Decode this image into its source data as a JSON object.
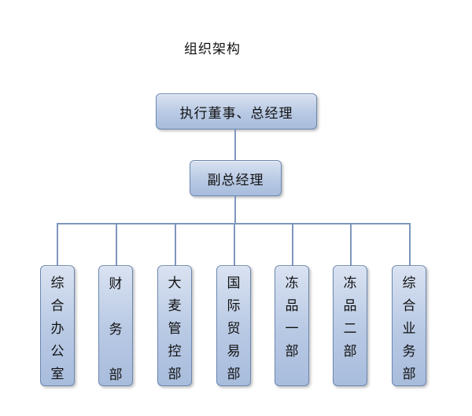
{
  "title": "组织架构",
  "nodes": {
    "ceo": "执行董事、总经理",
    "vp": "副总经理",
    "departments": [
      "综合办公室",
      "财务部",
      "大麦管控部",
      "国际贸易部",
      "冻品一部",
      "冻品二部",
      "综合业务部"
    ]
  },
  "colors": {
    "box_fill": "#b8c9e4",
    "box_border": "#6c87b0",
    "connector": "#7f97bd"
  }
}
